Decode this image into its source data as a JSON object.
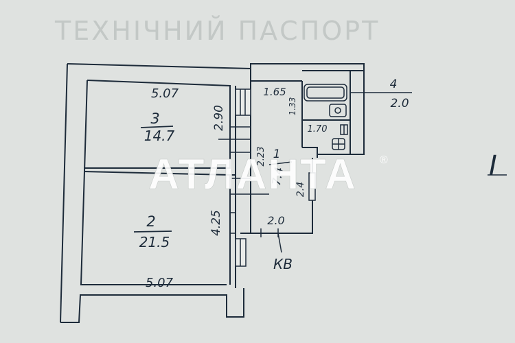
{
  "document": {
    "header_title": "ТЕХНІЧНИЙ ПАСПОРТ",
    "side_mark": "I",
    "apartment_mark": "КВ"
  },
  "watermark": {
    "text": "АТЛАНТА",
    "registered_symbol": "®",
    "color": "#ffffff"
  },
  "rooms": [
    {
      "id": "3",
      "area": "14.7",
      "width_label": "5.07",
      "depth_label": "2.90"
    },
    {
      "id": "2",
      "area": "21.5",
      "width_label": "5.07",
      "depth_label": "4.25"
    },
    {
      "id": "1",
      "area": "7.4",
      "width_label": "1.65",
      "height_label": "2.23",
      "side_label": "2.4",
      "bottom_label": "2.0"
    },
    {
      "id": "4",
      "area": "2.0",
      "dim_a": "1.33",
      "dim_b": "1.70"
    }
  ],
  "colors": {
    "ink": "#1d2b3a",
    "paper": "#dfe2e0",
    "wall_fill": "#e9ebe9"
  }
}
